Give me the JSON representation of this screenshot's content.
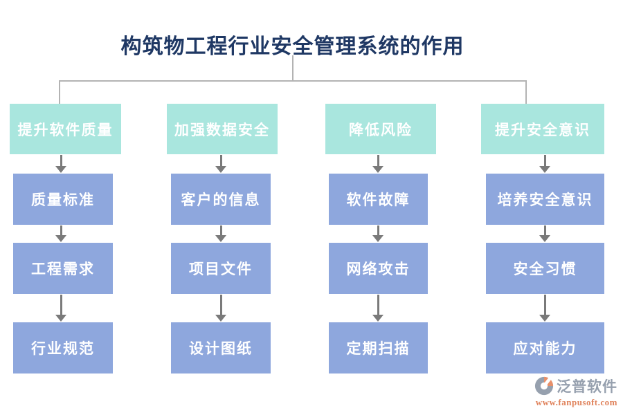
{
  "title": "构筑物工程行业安全管理系统的作用",
  "columns": [
    {
      "header": "提升软件质量",
      "items": [
        "质量标准",
        "工程需求",
        "行业规范"
      ]
    },
    {
      "header": "加强数据安全",
      "items": [
        "客户的信息",
        "项目文件",
        "设计图纸"
      ]
    },
    {
      "header": "降低风险",
      "items": [
        "软件故障",
        "网络攻击",
        "定期扫描"
      ]
    },
    {
      "header": "提升安全意识",
      "items": [
        "培养安全意识",
        "安全习惯",
        "应对能力"
      ]
    }
  ],
  "icons": {
    "down_arrow": "down-arrow-icon",
    "tree_connector": "tree-connector-lines",
    "logo": "fanpu-logo-icon"
  },
  "colors": {
    "title_text": "#1F3864",
    "header_box": "#A9E6DE",
    "item_box": "#8EA7DD",
    "box_text": "#FFFFFF",
    "connector_line": "#B3B3B3",
    "arrow": "#7A7A7A",
    "logo_gray": "#96A0AE",
    "logo_orange": "#E8906A",
    "logo_url_text": "#E0835C"
  },
  "logo": {
    "name": "泛普软件",
    "url": "www.fanpusoft.com"
  }
}
